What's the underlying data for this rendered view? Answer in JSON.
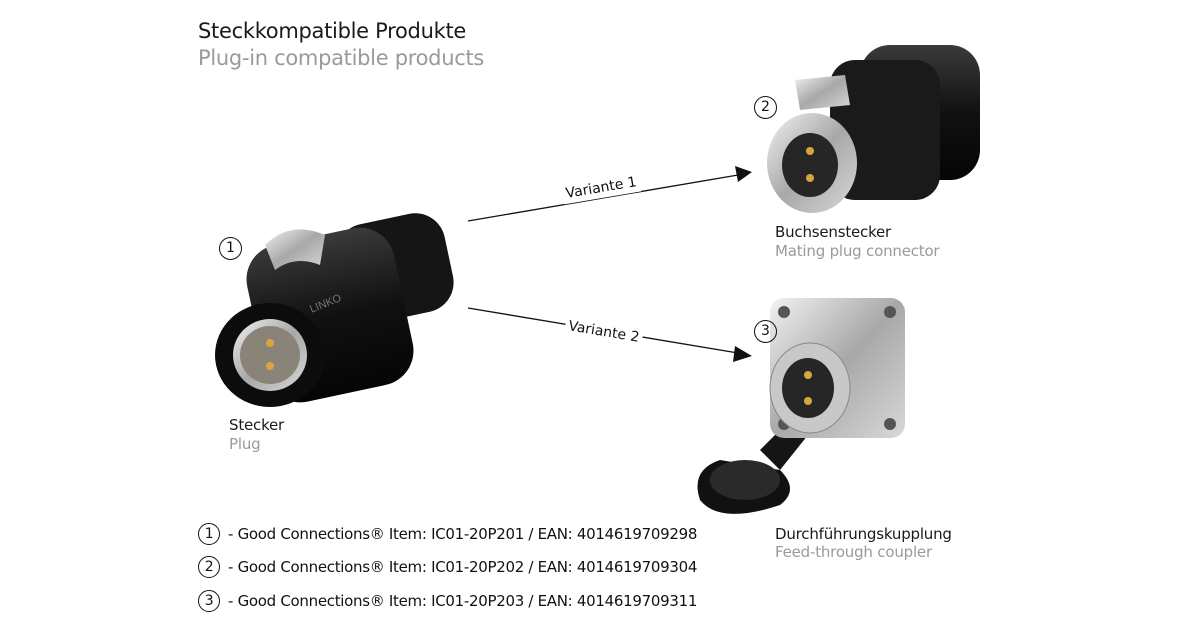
{
  "header": {
    "title": "Steckkompatible Produkte",
    "subtitle": "Plug-in compatible products"
  },
  "products": [
    {
      "number": "1",
      "label": "Stecker",
      "sublabel": "Plug"
    },
    {
      "number": "2",
      "label": "Buchsenstecker",
      "sublabel": "Mating plug connector"
    },
    {
      "number": "3",
      "label": "Durchführungskupplung",
      "sublabel": "Feed-through coupler"
    }
  ],
  "arrows": [
    {
      "label": "Variante 1"
    },
    {
      "label": "Variante 2"
    }
  ],
  "items": [
    {
      "number": "1",
      "text": "- Good Connections® Item: IC01-20P201 / EAN: 4014619709298"
    },
    {
      "number": "2",
      "text": "- Good Connections® Item: IC01-20P202 / EAN: 4014619709304"
    },
    {
      "number": "3",
      "text": "- Good Connections® Item: IC01-20P203 / EAN: 4014619709311"
    }
  ],
  "logo_text": "LINKO"
}
